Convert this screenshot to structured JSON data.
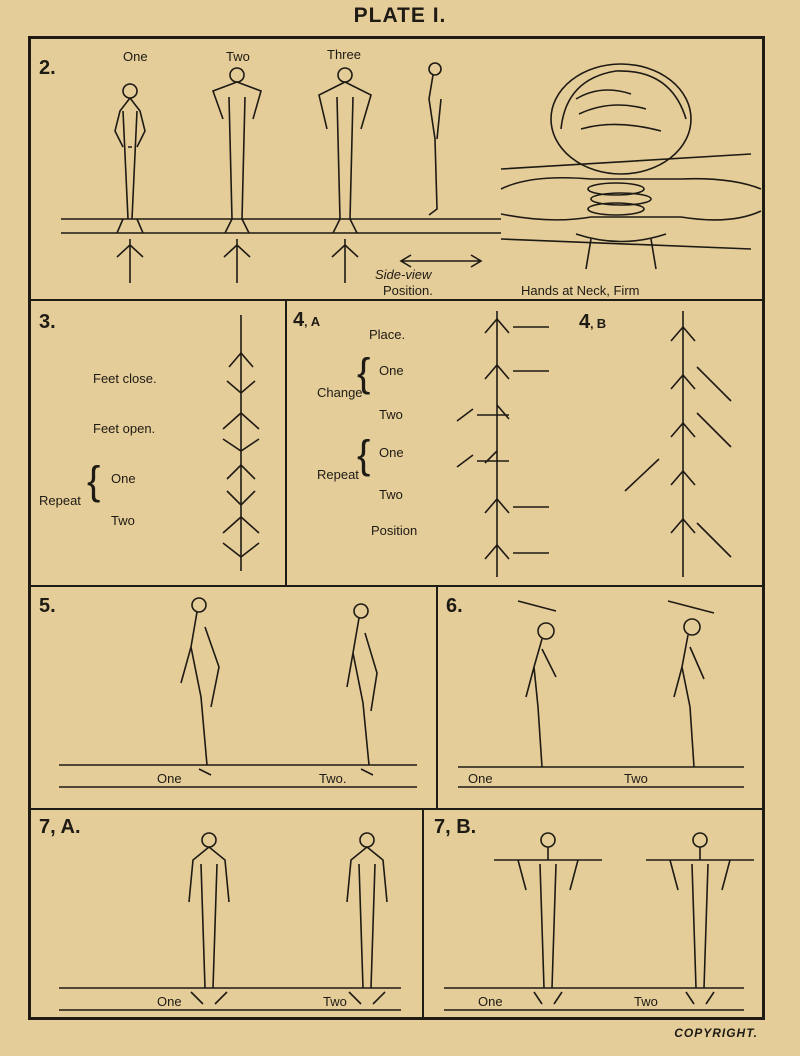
{
  "plate_title": "PLATE I.",
  "copyright": "COPYRIGHT.",
  "section2": {
    "number": "2.",
    "labels": [
      "One",
      "Two",
      "Three"
    ],
    "side_view": "Side-view",
    "position": "Position.",
    "hands": "Hands at Neck, Firm"
  },
  "section3": {
    "number": "3.",
    "feet_close": "Feet close.",
    "feet_open": "Feet open.",
    "repeat": "Repeat",
    "one": "One",
    "two": "Two"
  },
  "section4a": {
    "number": "4",
    "letter": "A",
    "place": "Place.",
    "change": "Change",
    "one": "One",
    "two": "Two",
    "repeat": "Repeat",
    "one2": "One",
    "two2": "Two",
    "position": "Position"
  },
  "section4b": {
    "number": "4",
    "letter": "B"
  },
  "section5": {
    "number": "5.",
    "one": "One",
    "two": "Two."
  },
  "section6": {
    "number": "6.",
    "one": "One",
    "two": "Two"
  },
  "section7a": {
    "number": "7, A.",
    "one": "One",
    "two": "Two"
  },
  "section7b": {
    "number": "7, B.",
    "one": "One",
    "two": "Two"
  },
  "colors": {
    "paper": "#e4cd99",
    "ink": "#1e1a14"
  }
}
